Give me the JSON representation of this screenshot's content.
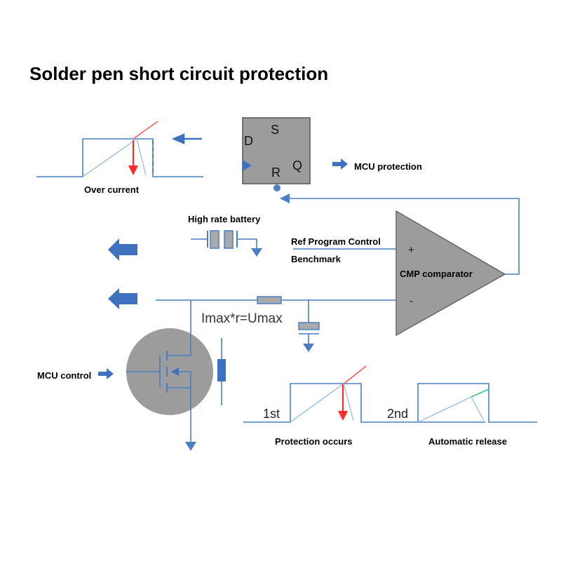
{
  "title": "Solder pen short circuit protection",
  "labels": {
    "over_current": "Over current",
    "mcu_protection": "MCU protection",
    "high_rate_battery": "High rate battery",
    "ref_program_control": "Ref Program Control",
    "benchmark": "Benchmark",
    "cmp_comparator": "CMP comparator",
    "mcu_control": "MCU control",
    "protection_occurs": "Protection occurs",
    "automatic_release": "Automatic release",
    "formula": "Imax*r=Umax",
    "first": "1st",
    "second": "2nd"
  },
  "flipflop": {
    "s": "S",
    "d": "D",
    "q": "Q",
    "r": "R"
  },
  "comparator": {
    "plus": "+",
    "minus": "-"
  },
  "colors": {
    "wire": "#4a7fc4",
    "arrow": "#3f72be",
    "gray_block": "#9c9c9c",
    "red": "#ff2a2a",
    "green": "#3cc47a"
  }
}
